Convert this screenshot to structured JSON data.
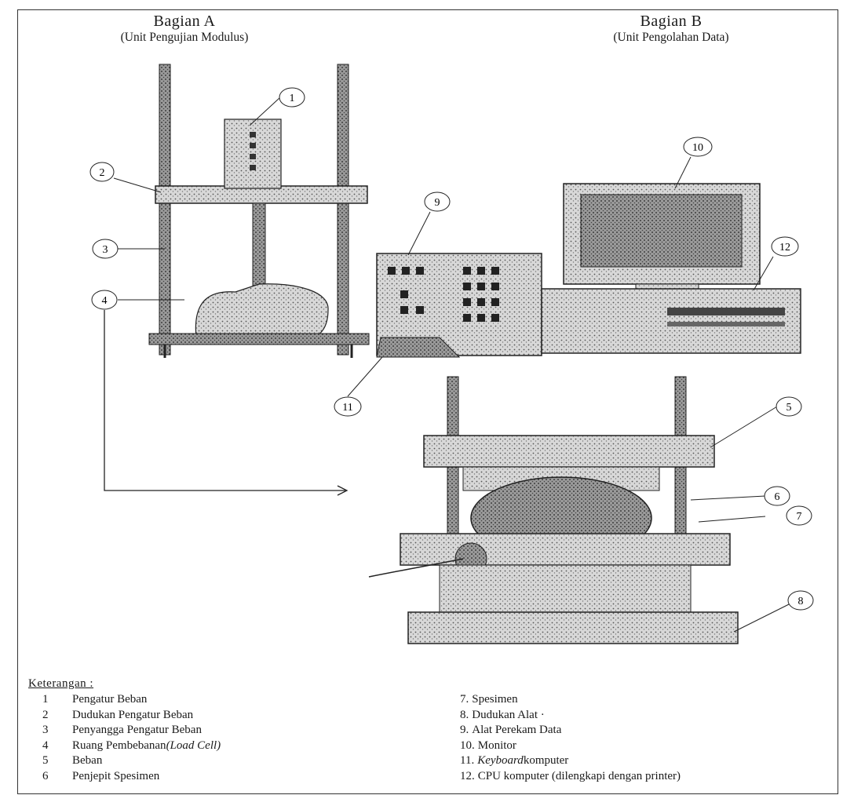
{
  "header": {
    "section_a_title": "Bagian A",
    "section_a_subtitle": "(Unit Pengujian Modulus)",
    "section_b_title": "Bagian B",
    "section_b_subtitle": "(Unit Pengolahan Data)"
  },
  "callouts": [
    "1",
    "2",
    "3",
    "4",
    "5",
    "6",
    "7",
    "8",
    "9",
    "10",
    "11",
    "12"
  ],
  "legend": {
    "title": "Keterangan :",
    "left": [
      {
        "num": "1",
        "label": "Pengatur Beban",
        "label_italic": "",
        "label_end": ""
      },
      {
        "num": "2",
        "label": "Dudukan Pengatur Beban",
        "label_italic": "",
        "label_end": ""
      },
      {
        "num": "3",
        "label": "Penyangga Pengatur Beban",
        "label_italic": "",
        "label_end": ""
      },
      {
        "num": "4",
        "label": "Ruang Pembebanan ",
        "label_italic": "(Load Cell)",
        "label_end": ""
      },
      {
        "num": "5",
        "label": "Beban",
        "label_italic": "",
        "label_end": ""
      },
      {
        "num": "6",
        "label": "Penjepit Spesimen",
        "label_italic": "",
        "label_end": ""
      }
    ],
    "right": [
      {
        "num": "7.",
        "label": "Spesimen",
        "label_italic": "",
        "label_end": ""
      },
      {
        "num": "8.",
        "label": "Dudukan Alat ·",
        "label_italic": "",
        "label_end": ""
      },
      {
        "num": "9.",
        "label": "Alat Perekam Data",
        "label_italic": "",
        "label_end": ""
      },
      {
        "num": "10.",
        "label": "Monitor",
        "label_italic": "",
        "label_end": ""
      },
      {
        "num": "11.",
        "label": "",
        "label_italic": "Keyboard",
        "label_end": " komputer"
      },
      {
        "num": "12.",
        "label": "CPU komputer (dilengkapi dengan printer)",
        "label_italic": "",
        "label_end": ""
      }
    ]
  }
}
